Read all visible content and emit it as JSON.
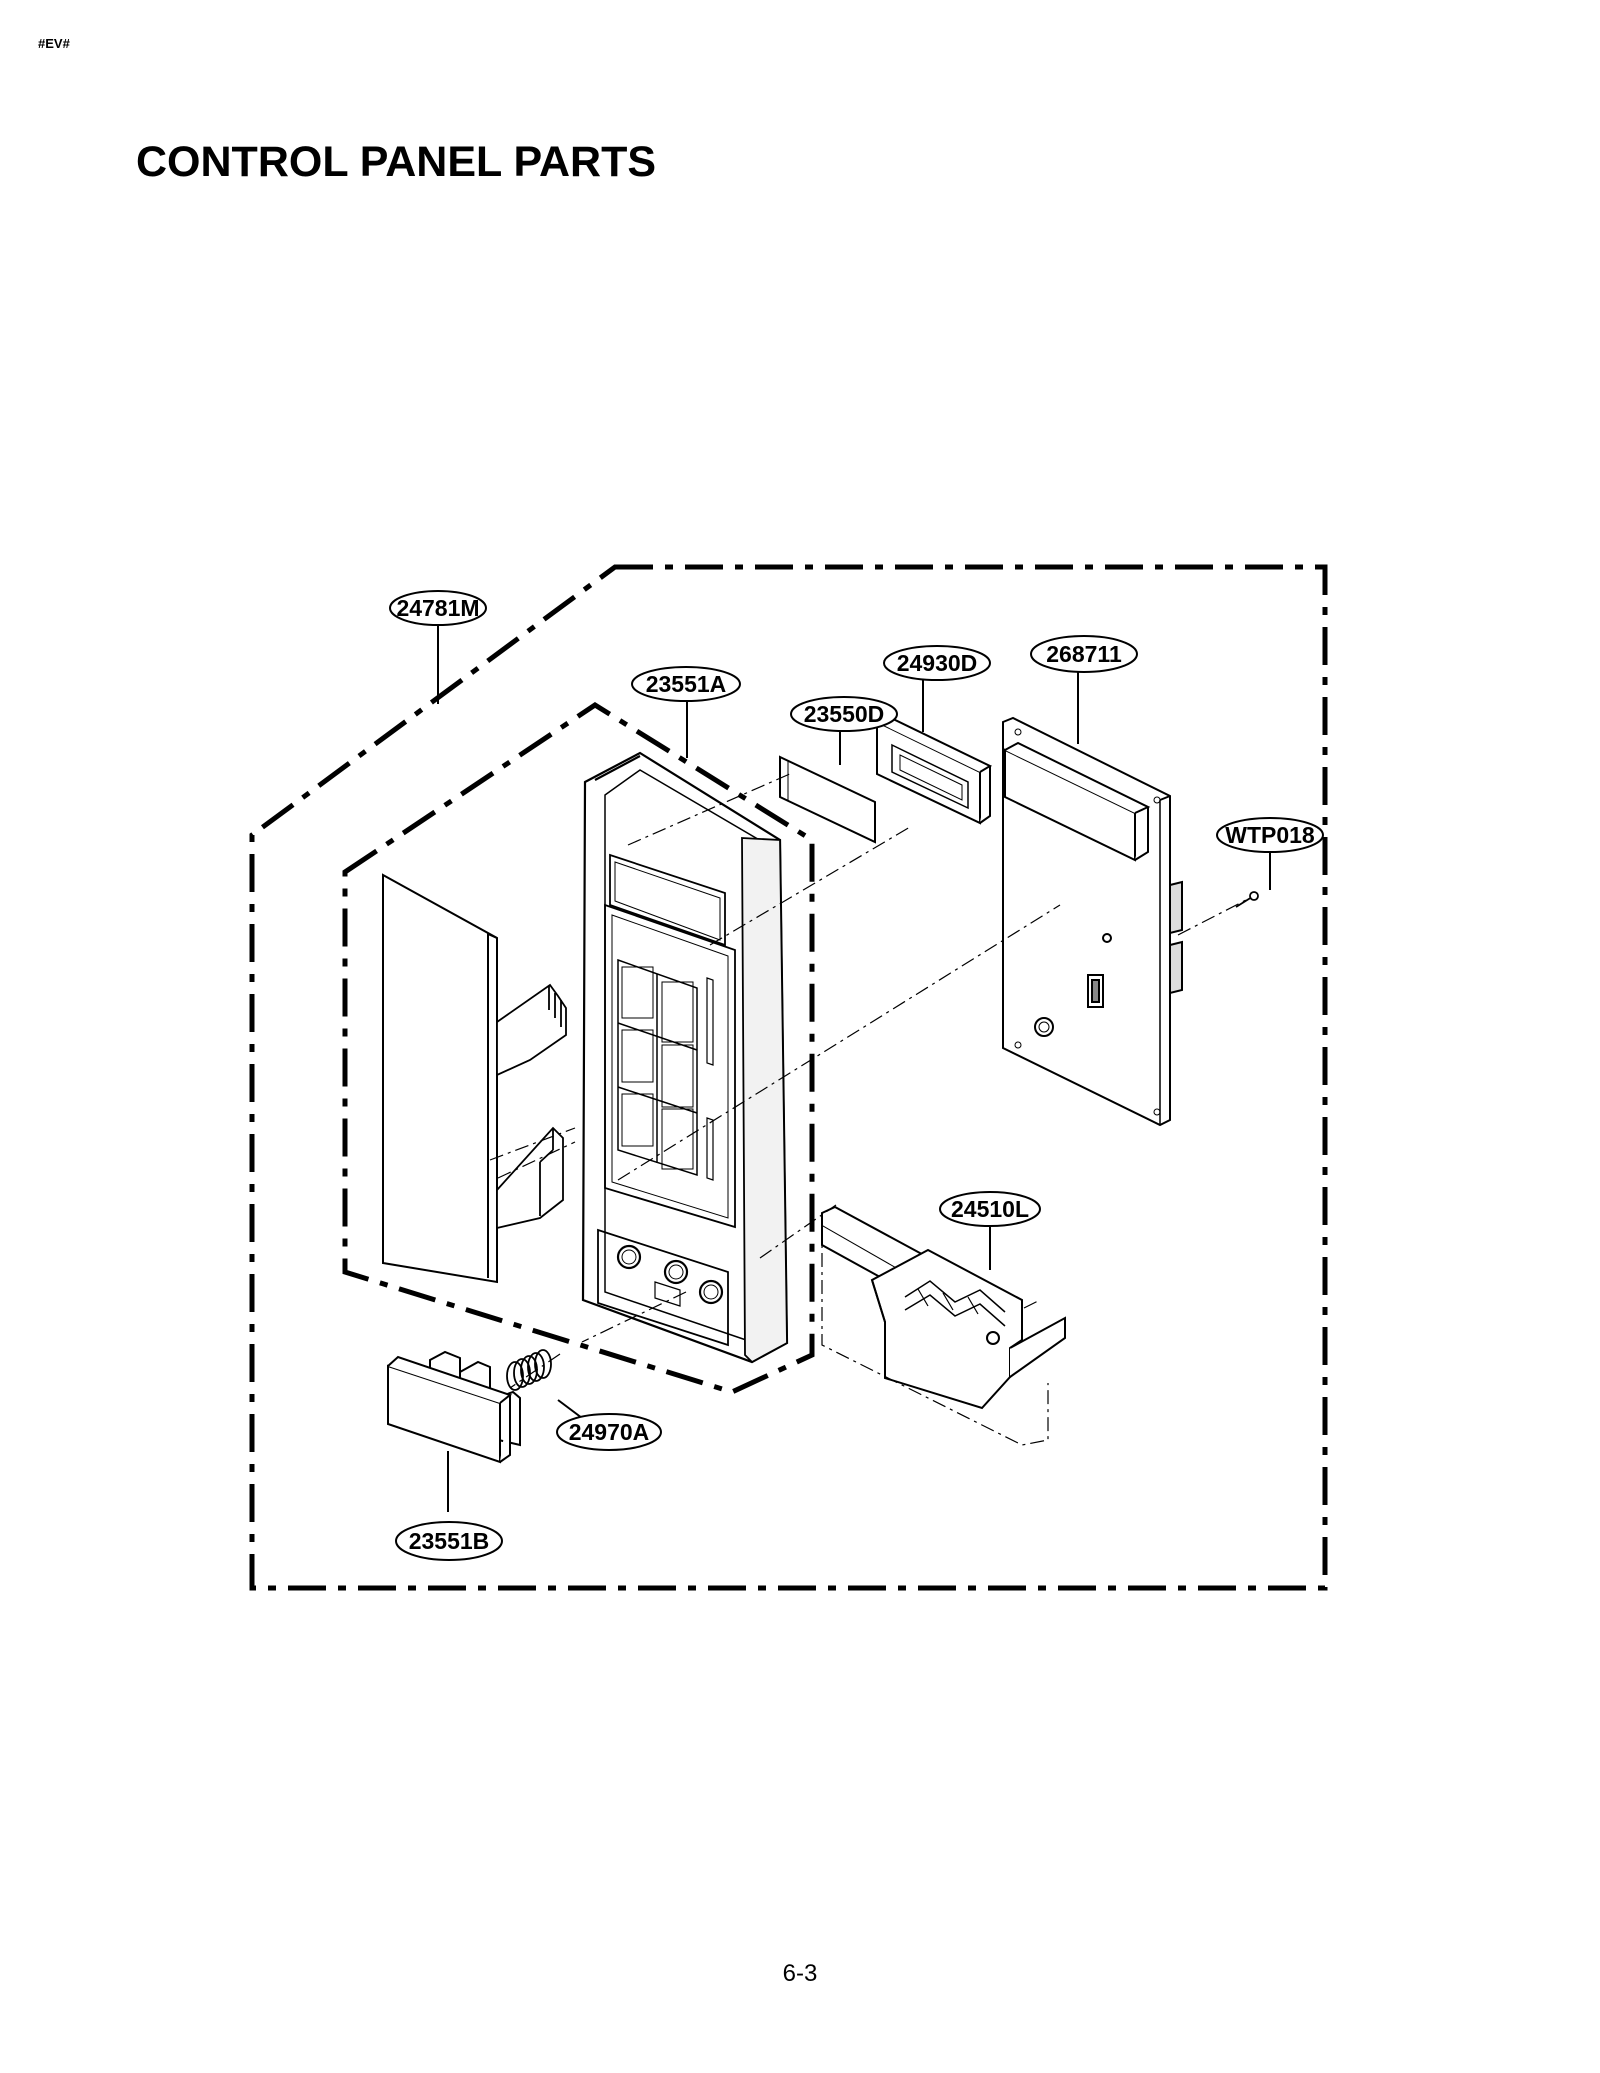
{
  "document": {
    "tag": "#EV#",
    "title": "CONTROL PANEL PARTS",
    "page_number": "6-3"
  },
  "parts": [
    {
      "id": "24781M",
      "label": "24781M"
    },
    {
      "id": "23551A",
      "label": "23551A"
    },
    {
      "id": "24930D",
      "label": "24930D"
    },
    {
      "id": "268711",
      "label": "268711"
    },
    {
      "id": "23550D",
      "label": "23550D"
    },
    {
      "id": "WTP018",
      "label": "WTP018"
    },
    {
      "id": "24510L",
      "label": "24510L"
    },
    {
      "id": "24970A",
      "label": "24970A"
    },
    {
      "id": "23551B",
      "label": "23551B"
    }
  ]
}
